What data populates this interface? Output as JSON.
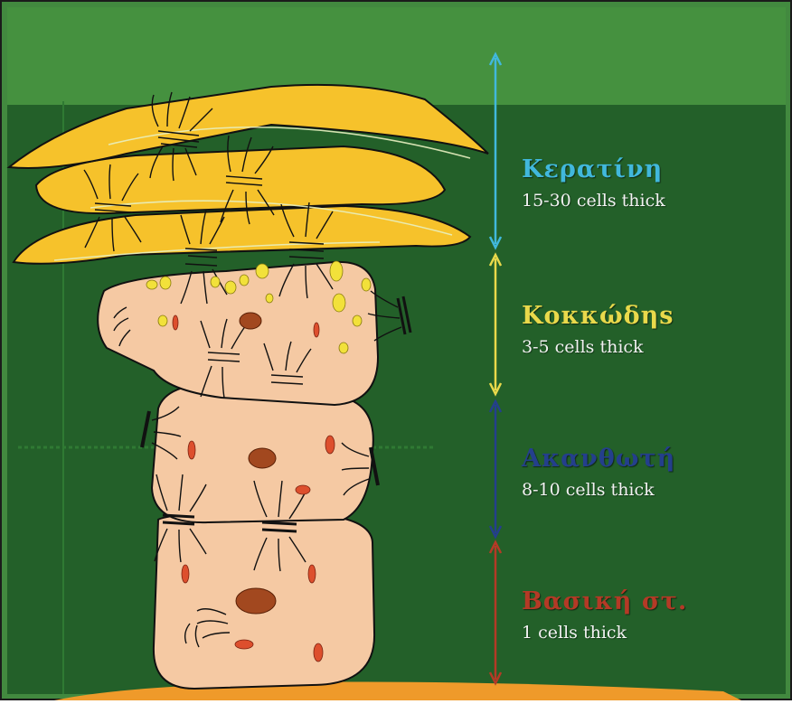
{
  "colors": {
    "bg_light": "#42893f",
    "bg_dark": "#236029",
    "keratin": "#f6c22b",
    "cell": "#f5c9a3",
    "granule": "#f2e13a",
    "nucleus": "#a2481f",
    "basement": "#ef9a2a"
  },
  "layers": [
    {
      "id": "keratin",
      "name": "Κερατίνη",
      "thickness": "15-30 cells thick",
      "color": "#41b8dc"
    },
    {
      "id": "granular",
      "name": "Κοκκώδηs",
      "thickness": "3-5 cells thick",
      "color": "#e9d94b"
    },
    {
      "id": "spinous",
      "name": "Ακανθωτή",
      "thickness": "8-10 cells thick",
      "color": "#243f8c"
    },
    {
      "id": "basal",
      "name": "Βασική στ.",
      "thickness": "1 cells thick",
      "color": "#b43a26"
    }
  ]
}
